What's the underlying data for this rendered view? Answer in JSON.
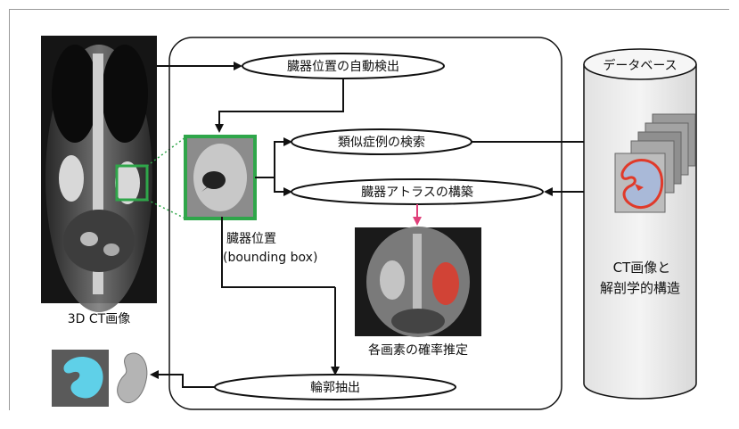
{
  "ct_volume": {
    "caption": "3D CT画像"
  },
  "flow": {
    "detect_node": "臓器位置の自動検出",
    "search_node": "類似症例の検索",
    "atlas_node": "臓器アトラスの構築",
    "position_label_line1": "臓器位置",
    "position_label_line2": "(bounding box)",
    "probability_caption": "各画素の確率推定",
    "contour_node": "輪郭抽出"
  },
  "database": {
    "title": "データベース",
    "caption_line1": "CT画像と",
    "caption_line2": "解剖学的構造"
  },
  "colors": {
    "highlight_green": "#2fa64a",
    "atlas_arrow_pink": "#e0407a",
    "kidney_red": "#e03a2a",
    "kidney_fill_blue": "#a9b9d8",
    "segmentation_cyan": "#5fd0e8"
  }
}
